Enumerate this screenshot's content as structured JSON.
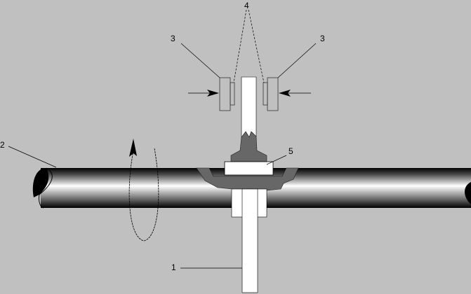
{
  "labels": {
    "rod": "1",
    "pipe": "2",
    "electrode_left": "3",
    "electrode_right": "3",
    "contacts": "4",
    "plate": "5"
  },
  "colors": {
    "background": "#c0c0c0",
    "weld": "#676767",
    "part": "#ffffff"
  }
}
